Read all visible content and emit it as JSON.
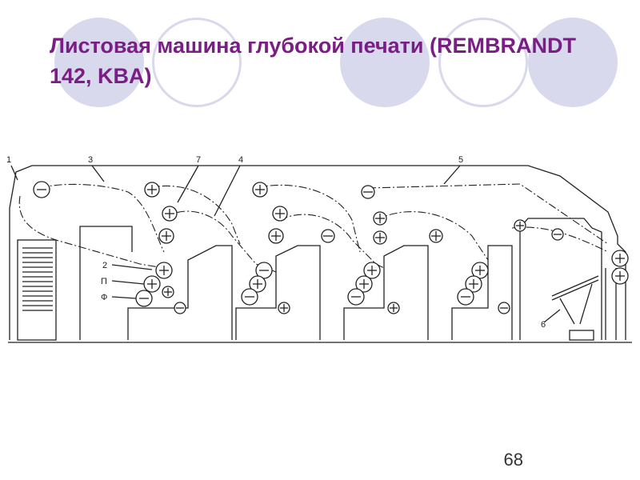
{
  "slide": {
    "title": "Листовая машина глубокой печати (REMBRANDT 142, KBA)",
    "page_number": "68",
    "accent_color": "#7a1e86",
    "decor_color": "#d9d9ee"
  },
  "diagram": {
    "labels": {
      "l1": "1",
      "l3": "3",
      "l7": "7",
      "l4": "4",
      "l5": "5",
      "l2": "2",
      "lP": "П",
      "lF": "Ф",
      "l6": "6"
    }
  }
}
